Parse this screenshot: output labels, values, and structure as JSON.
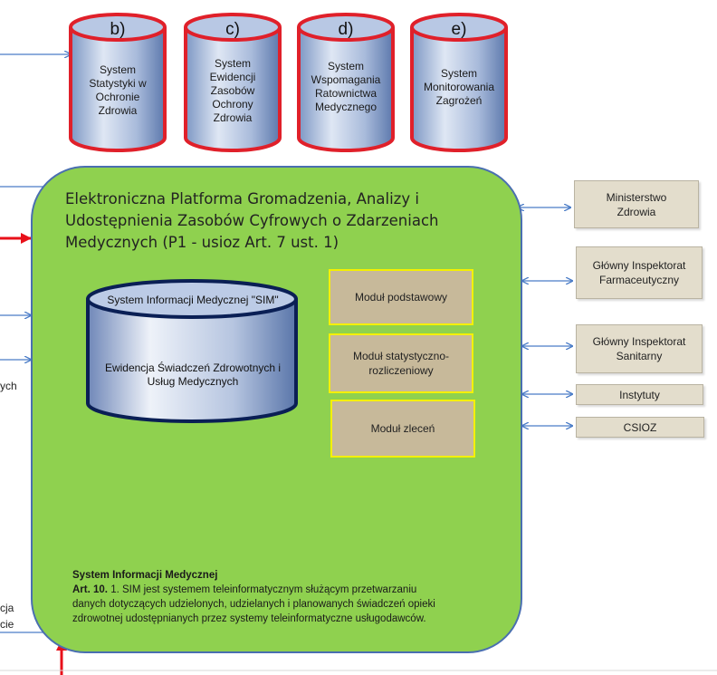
{
  "cylinders": [
    {
      "letter": "b)",
      "label": "System Statystyki w Ochronie Zdrowia"
    },
    {
      "letter": "c)",
      "label": "System Ewidencji Zasobów Ochrony Zdrowia"
    },
    {
      "letter": "d)",
      "label": "System Wspomagania Ratownictwa Medycznego"
    },
    {
      "letter": "e)",
      "label": "System Monitorowania Zagrożeń"
    }
  ],
  "platform": {
    "title": "Elektroniczna Platforma Gromadzenia, Analizy i Udostępnienia Zasobów Cyfrowych o Zdarzeniach Medycznych (P1 - usioz Art. 7 ust. 1)",
    "sim_title": "System Informacji Medycznej \"SIM\"",
    "sim_subtitle": "Ewidencja Świadczeń Zdrowotnych i Usług Medycznych"
  },
  "modules": [
    {
      "label": "Moduł  podstawowy"
    },
    {
      "label": "Moduł  statystyczno-rozliczeniowy"
    },
    {
      "label": "Moduł  zleceń"
    }
  ],
  "external": [
    {
      "label": "Ministerstwo Zdrowia"
    },
    {
      "label": "Główny Inspektorat Farmaceutyczny"
    },
    {
      "label": "Główny Inspektorat Sanitarny"
    },
    {
      "label": "Instytuty"
    },
    {
      "label": "CSIOZ"
    }
  ],
  "note": {
    "heading": "System Informacji  Medycznej",
    "article": "Art. 10.",
    "body": " 1. SIM jest systemem teleinformatycznym służącym przetwarzaniu danych dotyczących udzielonych, udzielanych i planowanych świadczeń opieki zdrowotnej udostępnianych przez systemy teleinformatyczne  usługodawców."
  },
  "left_fragments": [
    "ych",
    "cja",
    "cie"
  ],
  "colors": {
    "platform_fill": "#8fd14f",
    "module_fill": "#c7b99a",
    "module_border": "#f4f000",
    "cylinder_rim": "#e0202a",
    "arrow_blue": "#4a7cc7",
    "arrow_red": "#e8101a"
  }
}
